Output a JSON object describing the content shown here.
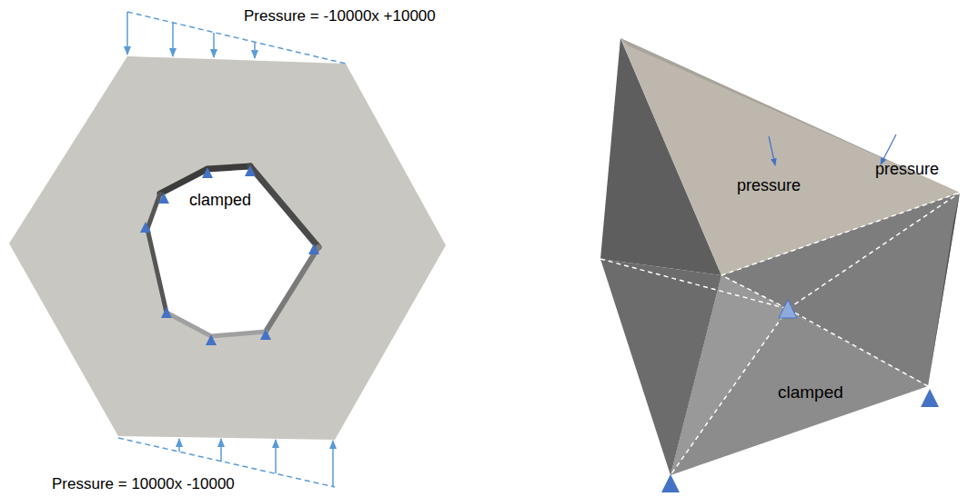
{
  "diagram": {
    "labels": [
      "Pressure = -10000x +10000",
      "clamped",
      "Pressure = 10000x -10000",
      "pressure",
      "pressure",
      "clamped"
    ]
  }
}
